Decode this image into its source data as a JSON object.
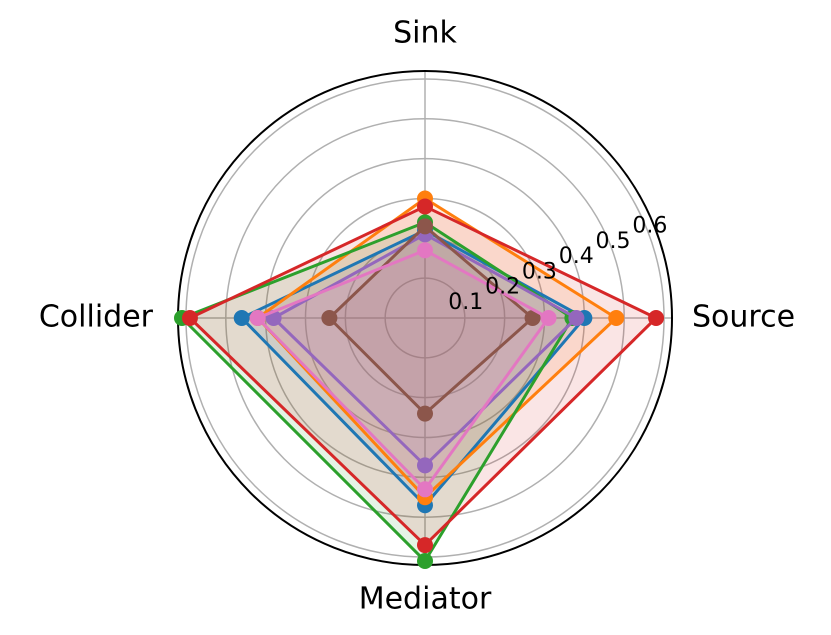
{
  "chart_data": {
    "type": "radar",
    "axes": [
      "Source",
      "Sink",
      "Collider",
      "Mediator"
    ],
    "rlim": [
      0,
      0.62
    ],
    "rticks": [
      0.1,
      0.2,
      0.3,
      0.4,
      0.5,
      0.6
    ],
    "rtick_labels": [
      "0.1",
      "0.2",
      "0.3",
      "0.4",
      "0.5",
      "0.6"
    ],
    "grid": true,
    "series": [
      {
        "color": "#1f77b4",
        "values": [
          0.4,
          0.22,
          0.46,
          0.47
        ]
      },
      {
        "color": "#ff7f0e",
        "values": [
          0.48,
          0.3,
          0.42,
          0.45
        ]
      },
      {
        "color": "#2ca02c",
        "values": [
          0.37,
          0.24,
          0.61,
          0.61
        ]
      },
      {
        "color": "#d62728",
        "values": [
          0.58,
          0.28,
          0.59,
          0.57
        ]
      },
      {
        "color": "#9467bd",
        "values": [
          0.38,
          0.21,
          0.38,
          0.37
        ]
      },
      {
        "color": "#8c564b",
        "values": [
          0.27,
          0.23,
          0.24,
          0.24
        ]
      },
      {
        "color": "#e377c2",
        "values": [
          0.31,
          0.17,
          0.42,
          0.43
        ]
      }
    ]
  }
}
